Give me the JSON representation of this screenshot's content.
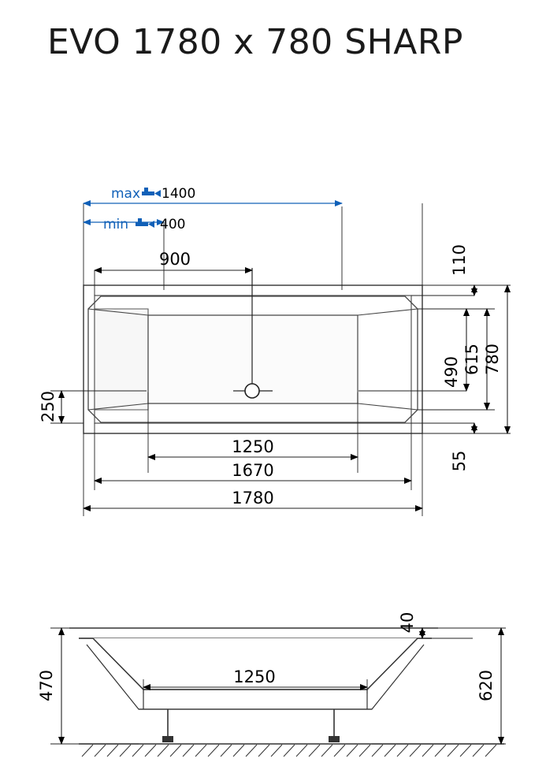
{
  "page": {
    "title": "EVO 1780 x 780 SHARP"
  },
  "top_view": {
    "blue_dims": [
      {
        "id": "max",
        "label": "max",
        "value": "1400"
      },
      {
        "id": "min",
        "label": "min",
        "value": "400"
      }
    ],
    "dims": [
      {
        "id": "drain-offset",
        "value": "900"
      },
      {
        "id": "inner-width",
        "value": "1250"
      },
      {
        "id": "rim-length",
        "value": "1670"
      },
      {
        "id": "overall-length",
        "value": "1780"
      },
      {
        "id": "left-depth",
        "value": "250"
      },
      {
        "id": "right-top-offset",
        "value": "110"
      },
      {
        "id": "inner-depth",
        "value": "490"
      },
      {
        "id": "mid-depth",
        "value": "615"
      },
      {
        "id": "overall-width",
        "value": "780"
      },
      {
        "id": "bottom-offset",
        "value": "55"
      }
    ]
  },
  "side_view": {
    "dims": [
      {
        "id": "rim-thickness",
        "value": "40"
      },
      {
        "id": "bath-height",
        "value": "470"
      },
      {
        "id": "base-width",
        "value": "1250"
      },
      {
        "id": "total-height",
        "value": "620"
      }
    ]
  },
  "icons": {
    "tap": "faucet-icon",
    "drain": "drain-circle-icon",
    "ground": "ground-hatch-icon"
  }
}
